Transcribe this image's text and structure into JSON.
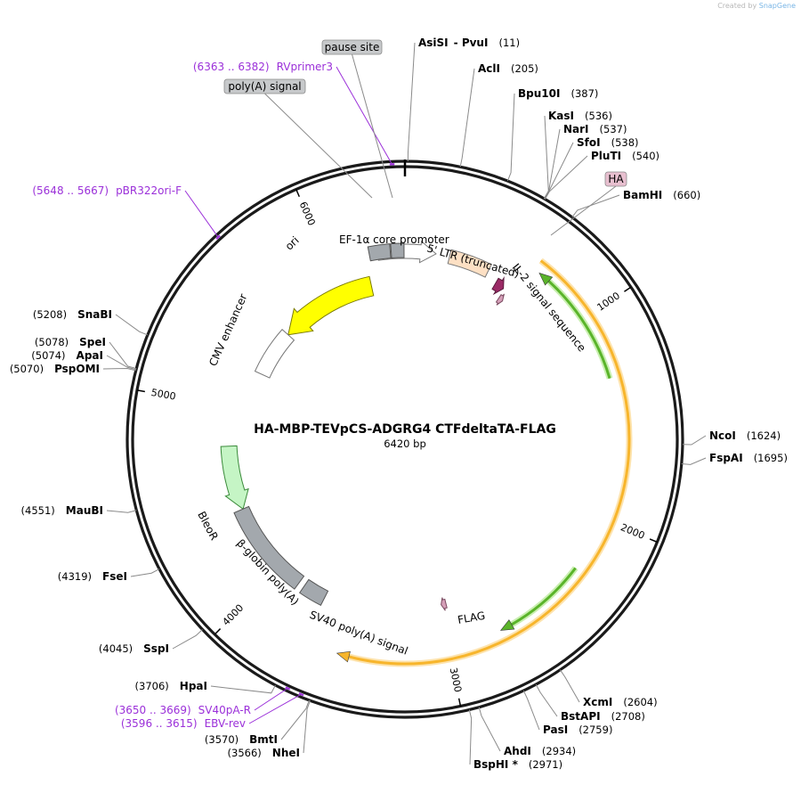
{
  "credit": {
    "created_by": "Created by",
    "brand": "SnapGene"
  },
  "plasmid": {
    "name": "HA-MBP-TEVpCS-ADGRG4 CTFdeltaTA-FLAG",
    "size": "6420 bp",
    "length": 6420
  },
  "ticks": [
    {
      "pos": 1000,
      "label": "1000"
    },
    {
      "pos": 2000,
      "label": "2000"
    },
    {
      "pos": 3000,
      "label": "3000"
    },
    {
      "pos": 4000,
      "label": "4000"
    },
    {
      "pos": 5000,
      "label": "5000"
    },
    {
      "pos": 6000,
      "label": "6000"
    }
  ],
  "enzymes": [
    {
      "name": "AsiSI",
      "extra": "-  PvuI",
      "pos": "(11)",
      "site": 11,
      "side": "right"
    },
    {
      "name": "AclI",
      "pos": "(205)",
      "site": 205,
      "side": "right"
    },
    {
      "name": "Bpu10I",
      "pos": "(387)",
      "site": 387,
      "side": "right"
    },
    {
      "name": "KasI",
      "pos": "(536)",
      "site": 536,
      "side": "right"
    },
    {
      "name": "NarI",
      "pos": "(537)",
      "site": 537,
      "side": "right"
    },
    {
      "name": "SfoI",
      "pos": "(538)",
      "site": 538,
      "side": "right"
    },
    {
      "name": "PluTI",
      "pos": "(540)",
      "site": 540,
      "side": "right"
    },
    {
      "name": "BamHI",
      "pos": "(660)",
      "site": 660,
      "side": "right"
    },
    {
      "name": "NcoI",
      "pos": "(1624)",
      "site": 1624,
      "side": "right"
    },
    {
      "name": "FspAI",
      "pos": "(1695)",
      "site": 1695,
      "side": "right"
    },
    {
      "name": "XcmI",
      "pos": "(2604)",
      "site": 2604,
      "side": "right"
    },
    {
      "name": "BstAPI",
      "pos": "(2708)",
      "site": 2708,
      "side": "right"
    },
    {
      "name": "PasI",
      "pos": "(2759)",
      "site": 2759,
      "side": "right"
    },
    {
      "name": "AhdI",
      "pos": "(2934)",
      "site": 2934,
      "side": "right"
    },
    {
      "name": "BspHI",
      "star": "*",
      "pos": "(2971)",
      "site": 2971,
      "side": "right"
    },
    {
      "name": "NheI",
      "pos": "(3566)",
      "site": 3566,
      "side": "left"
    },
    {
      "name": "BmtI",
      "pos": "(3570)",
      "site": 3570,
      "side": "left"
    },
    {
      "name": "HpaI",
      "pos": "(3706)",
      "site": 3706,
      "side": "left"
    },
    {
      "name": "SspI",
      "pos": "(4045)",
      "site": 4045,
      "side": "left"
    },
    {
      "name": "FseI",
      "pos": "(4319)",
      "site": 4319,
      "side": "left"
    },
    {
      "name": "MauBI",
      "pos": "(4551)",
      "site": 4551,
      "side": "left"
    },
    {
      "name": "PspOMI",
      "pos": "(5070)",
      "site": 5070,
      "side": "left"
    },
    {
      "name": "ApaI",
      "pos": "(5074)",
      "site": 5074,
      "side": "left"
    },
    {
      "name": "SpeI",
      "pos": "(5078)",
      "site": 5078,
      "side": "left"
    },
    {
      "name": "SnaBI",
      "pos": "(5208)",
      "site": 5208,
      "side": "left"
    }
  ],
  "primers": [
    {
      "range": "(6363 .. 6382)",
      "name": "RVprimer3",
      "site": 6372
    },
    {
      "range": "(5648 .. 5667)",
      "name": "pBR322ori-F",
      "site": 5657
    },
    {
      "range": "(3650 .. 3669)",
      "name": "SV40pA-R",
      "site": 3660
    },
    {
      "range": "(3596 .. 3615)",
      "name": "EBV-rev",
      "site": 3605
    }
  ],
  "features": [
    {
      "name": "EF-1α core promoter",
      "start": 6270,
      "end": 170,
      "r": 211,
      "w": 16,
      "dir": 1,
      "fill": "#ffffff",
      "stroke": "#777777",
      "kind": "promoter"
    },
    {
      "name": "5' LTR (truncated)",
      "start": 245,
      "end": 470,
      "r": 211,
      "w": 16,
      "dir": 0,
      "fill": "#fde0c4",
      "stroke": "#777777",
      "kind": "ltr"
    },
    {
      "name": "IL-2 signal sequence",
      "start": 538,
      "end": 592,
      "r": 202,
      "w": 14,
      "dir": 1,
      "fill": "#9b2a66",
      "stroke": "#5a1a3c",
      "kind": "sig"
    },
    {
      "name": "HA",
      "start": 600,
      "end": 628,
      "r": 190,
      "w": 10,
      "dir": 1,
      "fill": "#d59fb8",
      "stroke": "#7a4a60",
      "kind": "tag"
    },
    {
      "name": "FLAG",
      "start": 2960,
      "end": 2990,
      "r": 190,
      "w": 10,
      "dir": 1,
      "fill": "#d59fb8",
      "stroke": "#7a4a60",
      "kind": "tag"
    },
    {
      "name": "ori",
      "start": 5560,
      "end": 6200,
      "r": 176,
      "w": 22,
      "dir": -1,
      "fill": "#ffff00",
      "stroke": "#7a7a00",
      "kind": "ori"
    },
    {
      "name": "CMV enhancer",
      "start": 5250,
      "end": 5560,
      "r": 176,
      "w": 18,
      "dir": 0,
      "fill": "#ffffff",
      "stroke": "#777777",
      "kind": "enh"
    },
    {
      "name": "BleoR",
      "start": 4400,
      "end": 4775,
      "r": 198,
      "w": 18,
      "dir": -1,
      "fill": "#c5f5c5",
      "stroke": "#3a8a3a",
      "kind": "cds"
    },
    {
      "name": "β-globin poly(A)",
      "start": 3860,
      "end": 4400,
      "r": 200,
      "w": 18,
      "dir": 0,
      "fill": "#a3a8ad",
      "stroke": "#555555",
      "kind": "polyA"
    },
    {
      "name": "SV40 poly(A) signal",
      "start": 3690,
      "end": 3825,
      "r": 200,
      "w": 18,
      "dir": 0,
      "fill": "#a3a8ad",
      "stroke": "#555555",
      "kind": "polyA"
    },
    {
      "name": "poly(A) signal",
      "start": 6225,
      "end": 6340,
      "r": 212,
      "w": 16,
      "dir": 0,
      "fill": "#a3a8ad",
      "stroke": "#555555",
      "kind": "polyA"
    },
    {
      "name": "pause site",
      "start": 6345,
      "end": 6415,
      "r": 212,
      "w": 16,
      "dir": 0,
      "fill": "#a3a8ad",
      "stroke": "#555555",
      "kind": "polyA"
    }
  ],
  "orfs": [
    {
      "start": 665,
      "end": 3525,
      "r": 252,
      "dir": 1,
      "color": "#f7b52c"
    },
    {
      "start": 695,
      "end": 1310,
      "r": 240,
      "dir": -1,
      "color": "#5ab42a"
    },
    {
      "start": 2265,
      "end": 2735,
      "r": 240,
      "dir": 1,
      "color": "#5ab42a"
    }
  ],
  "boxed_labels": [
    {
      "text": "pause site",
      "color": "#c7c9cb"
    },
    {
      "text": "poly(A) signal",
      "color": "#c7c9cb"
    },
    {
      "text": "HA",
      "color": "#e7bfcf"
    }
  ]
}
